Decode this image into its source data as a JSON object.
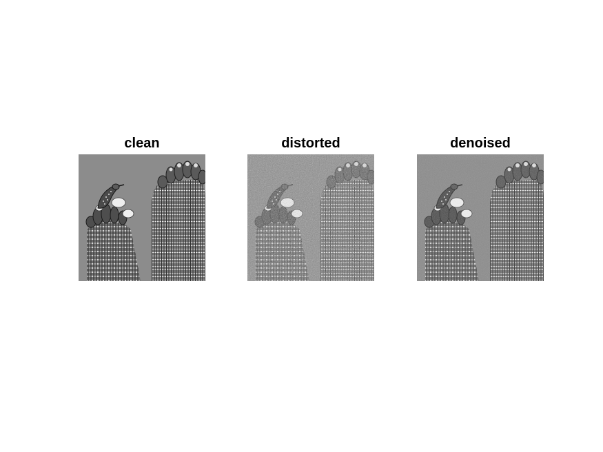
{
  "panels": [
    {
      "title": "clean"
    },
    {
      "title": "distorted"
    },
    {
      "title": "denoised"
    }
  ]
}
